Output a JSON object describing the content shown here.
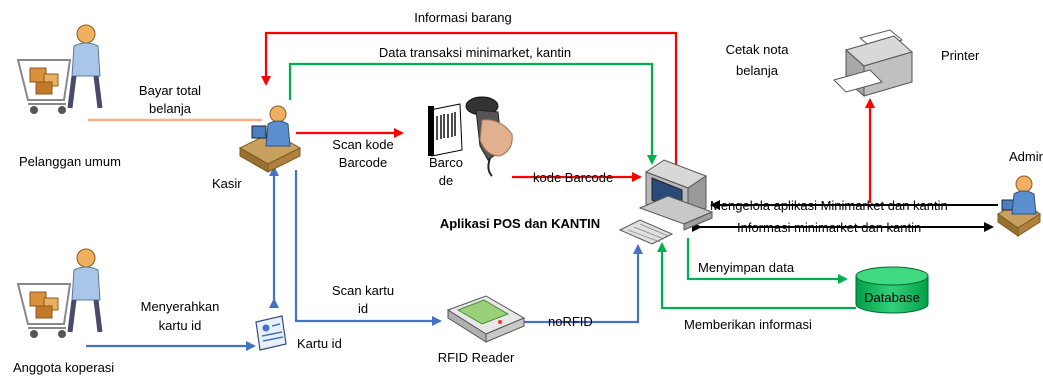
{
  "actors": {
    "pelanggan_umum": "Pelanggan umum",
    "anggota_koperasi": "Anggota koperasi",
    "kasir": "Kasir",
    "admin": "Admin"
  },
  "devices": {
    "printer": "Printer",
    "database": "Database",
    "rfid_reader": "RFID Reader",
    "kartu_id": "Kartu id",
    "barcode_line1": "Barco",
    "barcode_line2": "de",
    "system_title": "Aplikasi POS dan KANTIN"
  },
  "flows": {
    "informasi_barang": "Informasi barang",
    "data_transaksi": "Data transaksi minimarket, kantin",
    "cetak_nota_1": "Cetak nota",
    "cetak_nota_2": "belanja",
    "bayar_total_1": "Bayar total",
    "bayar_total_2": "belanja",
    "scan_kode_1": "Scan kode",
    "scan_kode_2": "Barcode",
    "kode_barcode": "kode Barcode",
    "mengelola": "Mengelola aplikasi Minimarket dan kantin",
    "informasi_minimarket": "Informasi minimarket dan kantin",
    "menyimpan_data": "Menyimpan data",
    "menyerahkan_1": "Menyerahkan",
    "menyerahkan_2": "kartu id",
    "scan_kartu_1": "Scan kartu",
    "scan_kartu_2": "id",
    "norfid": "noRFID",
    "memberikan_informasi": "Memberikan informasi"
  },
  "colors": {
    "red": "#ff0000",
    "green": "#00b050",
    "blue": "#4472c4",
    "orange": "#f4b183",
    "black": "#000000",
    "database_fill": "#00b050"
  }
}
